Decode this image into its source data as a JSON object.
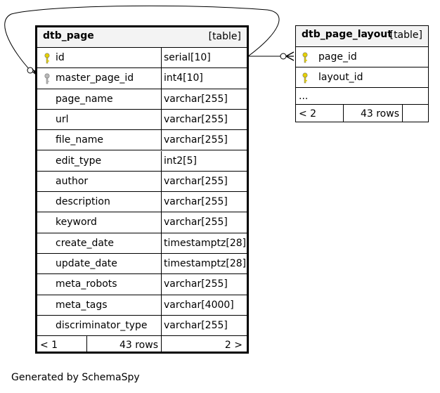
{
  "diagram": {
    "footer_note": "Generated by SchemaSpy",
    "key_colors": {
      "primary": "#e5d000",
      "foreign": "#b8b8b8"
    },
    "tables": [
      {
        "name": "dtb_page",
        "type_label": "[table]",
        "columns": [
          {
            "name": "id",
            "type": "serial[10]",
            "key": "primary"
          },
          {
            "name": "master_page_id",
            "type": "int4[10]",
            "key": "foreign"
          },
          {
            "name": "page_name",
            "type": "varchar[255]",
            "key": ""
          },
          {
            "name": "url",
            "type": "varchar[255]",
            "key": ""
          },
          {
            "name": "file_name",
            "type": "varchar[255]",
            "key": ""
          },
          {
            "name": "edit_type",
            "type": "int2[5]",
            "key": ""
          },
          {
            "name": "author",
            "type": "varchar[255]",
            "key": ""
          },
          {
            "name": "description",
            "type": "varchar[255]",
            "key": ""
          },
          {
            "name": "keyword",
            "type": "varchar[255]",
            "key": ""
          },
          {
            "name": "create_date",
            "type": "timestamptz[28]",
            "key": ""
          },
          {
            "name": "update_date",
            "type": "timestamptz[28]",
            "key": ""
          },
          {
            "name": "meta_robots",
            "type": "varchar[255]",
            "key": ""
          },
          {
            "name": "meta_tags",
            "type": "varchar[4000]",
            "key": ""
          },
          {
            "name": "discriminator_type",
            "type": "varchar[255]",
            "key": ""
          }
        ],
        "footer": {
          "parents": "< 1",
          "rows": "43 rows",
          "children": "2 >"
        }
      },
      {
        "name": "dtb_page_layout",
        "type_label": "[table]",
        "columns": [
          {
            "name": "page_id",
            "type": "",
            "key": "primary"
          },
          {
            "name": "layout_id",
            "type": "",
            "key": "primary"
          }
        ],
        "ellipsis": "...",
        "footer": {
          "parents": "< 2",
          "rows": "43 rows",
          "children": ""
        }
      }
    ]
  }
}
